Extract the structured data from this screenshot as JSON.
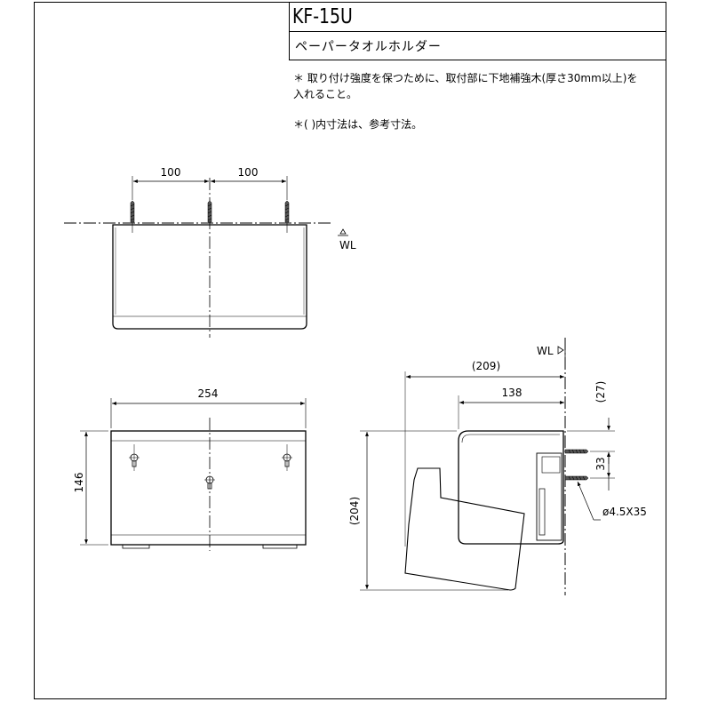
{
  "title_block": {
    "model": "KF-15U",
    "product_name": "ペーパータオルホルダー"
  },
  "notes": [
    "＊ 取り付け強度を保つために、取付部に下地補強木(厚さ30mm以上)を",
    "入れること。",
    "＊(  )内寸法は、参考寸法。"
  ],
  "front_view": {
    "dim_left": "100",
    "dim_right": "100",
    "wall_line": "WL"
  },
  "rear_view": {
    "dim_width": "254",
    "dim_height": "146"
  },
  "side_view": {
    "wall_line": "WL",
    "dim_depth_total": "(209)",
    "dim_depth": "138",
    "dim_top": "(27)",
    "dim_screw_pitch": "33",
    "dim_height_total": "(204)",
    "screw_spec": "ø4.5X35"
  }
}
